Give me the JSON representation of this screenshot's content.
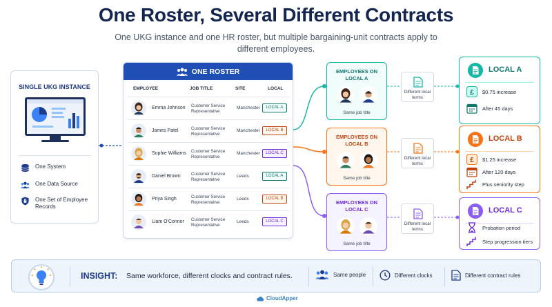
{
  "title": "One Roster, Several Different Contracts",
  "subtitle": "One UKG instance and one HR roster, but multiple bargaining-unit contracts apply to different employees.",
  "ukg": {
    "title": "SINGLE UKG INSTANCE",
    "items": [
      "One System",
      "One Data Source",
      "One Set of Employee Records"
    ]
  },
  "roster": {
    "title": "ONE ROSTER",
    "columns": [
      "EMPLOYEE",
      "JOB TITLE",
      "SITE",
      "LOCAL"
    ],
    "rows": [
      {
        "name": "Emma Johnson",
        "job": "Customer Service Representative",
        "site": "Manchester",
        "local": "LOCAL A"
      },
      {
        "name": "James Patel",
        "job": "Customer Service Representative",
        "site": "Manchester",
        "local": "LOCAL B"
      },
      {
        "name": "Sophie Williams",
        "job": "Customer Service Representative",
        "site": "Manchester",
        "local": "LOCAL C"
      },
      {
        "name": "Daniel Brown",
        "job": "Customer Service Representative",
        "site": "Leeds",
        "local": "LOCAL A"
      },
      {
        "name": "Priya Singh",
        "job": "Customer Service Representative",
        "site": "Leeds",
        "local": "LOCAL B"
      },
      {
        "name": "Liam O'Connor",
        "job": "Customer Service Representative",
        "site": "Leeds",
        "local": "LOCAL C"
      }
    ]
  },
  "groups": [
    {
      "title": "EMPLOYEES ON LOCAL A",
      "sub": "Same job title",
      "terms": "Different local terms",
      "local": "LOCAL A",
      "items": [
        "$0.75 increase",
        "After 45 days"
      ],
      "color": "#14b8a6"
    },
    {
      "title": "EMPLOYEES ON LOCAL B",
      "sub": "Same job title",
      "terms": "Different local terms",
      "local": "LOCAL B",
      "items": [
        "$1.25 increase",
        "After 120 days",
        "Plus seniority step"
      ],
      "color": "#f97316"
    },
    {
      "title": "EMPLOYEES ON LOCAL C",
      "sub": "Same job title",
      "terms": "Different local terms",
      "local": "LOCAL C",
      "items": [
        "Probation period",
        "Step progression tiers"
      ],
      "color": "#8b5cf6"
    }
  ],
  "insight": {
    "label": "INSIGHT:",
    "text": "Same workforce, different clocks and contract rules.",
    "items": [
      "Same people",
      "Different clocks",
      "Different contract rules"
    ]
  },
  "brand": "CloudApper"
}
